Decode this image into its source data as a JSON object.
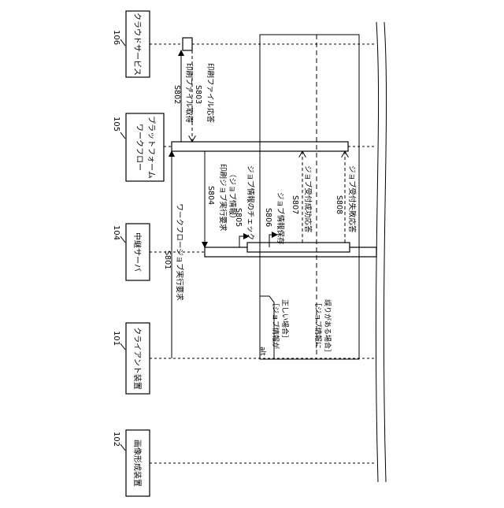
{
  "participants": [
    {
      "id": "106",
      "name": "クラウドサービス"
    },
    {
      "id": "105",
      "name_line1": "ワークフロー",
      "name_line2": "プラットフォーム"
    },
    {
      "id": "104",
      "name": "中継サーバ"
    },
    {
      "id": "101",
      "name": "クライアント装置"
    },
    {
      "id": "102",
      "name": "画像形成装置"
    }
  ],
  "messages": {
    "s801": {
      "step": "S801",
      "label": "ワークフロージョブ実行要求"
    },
    "s802": {
      "step": "S802",
      "label": "印刷ファイル取得"
    },
    "s803": {
      "step": "S803",
      "label": "印刷ファイル応答"
    },
    "s804": {
      "step": "S804",
      "label_line1": "印刷ジョブ実行要求",
      "label_line2": "（ジョブ情報）"
    },
    "s805": {
      "step": "S805",
      "label": "ジョブ情報のチェック"
    },
    "s806": {
      "step": "S806",
      "label": "ジョブ情報保存"
    },
    "s807": {
      "step": "S807",
      "label": "ジョブ受付成功応答"
    },
    "s808": {
      "step": "S808",
      "label": "ジョブ受付失敗応答"
    }
  },
  "alt_fragment": {
    "keyword": "alt",
    "guard1_line1": "［ジョブ情報が",
    "guard1_line2": "正しい場合］",
    "guard2_line1": "［ジョブ情報に",
    "guard2_line2": "誤りがある場合］"
  }
}
